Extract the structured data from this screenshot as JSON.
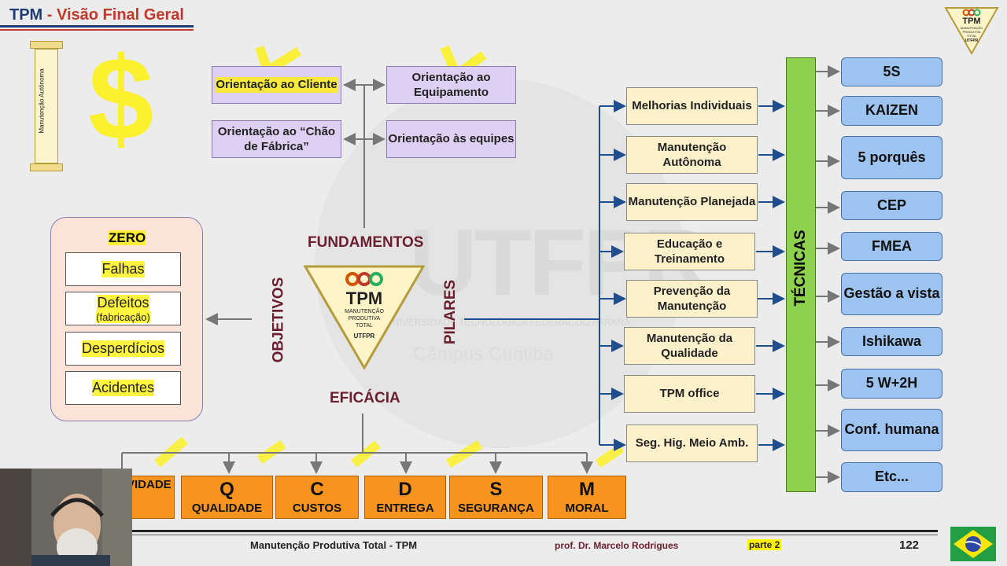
{
  "header": {
    "title_a": "TPM",
    "title_sep": " - ",
    "title_b": "Visão Final Geral"
  },
  "pillar_label": "Manutenção Autônoma",
  "watermark": {
    "text": "UTFPR",
    "campus": "Câmpus Curitiba",
    "sub": "UNIVERSIDADE TECNOLÓGICA FEDERAL DO PARANÁ"
  },
  "orientations": [
    {
      "label": "Orientação ao Cliente"
    },
    {
      "label": "Orientação ao Equipamento"
    },
    {
      "label": "Orientação ao “Chão de Fábrica”"
    },
    {
      "label": "Orientação às equipes"
    }
  ],
  "center": {
    "fundamentos": "FUNDAMENTOS",
    "objetivos": "OBJETIVOS",
    "pilares": "PILARES",
    "eficacia": "EFICÁCIA",
    "tpm_title": "TPM",
    "tpm_sub1": "MANUTENÇÃO",
    "tpm_sub2": "PRODUTIVA",
    "tpm_sub3": "TOTAL",
    "tpm_sub4": "UTFPR"
  },
  "zero": {
    "title": "ZERO",
    "items": [
      {
        "label": "Falhas",
        "note": ""
      },
      {
        "label": "Defeitos",
        "note": "(fabricação)"
      },
      {
        "label": "Desperdícios",
        "note": ""
      },
      {
        "label": "Acidentes",
        "note": ""
      }
    ]
  },
  "pilares": [
    {
      "label": "Melhorias Individuais"
    },
    {
      "label": "Manutenção Autônoma"
    },
    {
      "label": "Manutenção Planejada"
    },
    {
      "label": "Educação e Treinamento"
    },
    {
      "label": "Prevenção da Manutenção"
    },
    {
      "label": "Manutenção da Qualidade"
    },
    {
      "label": "TPM office"
    },
    {
      "label": "Seg. Hig. Meio Amb."
    }
  ],
  "tecnicas": {
    "label": "TÉCNICAS",
    "items": [
      {
        "label": "5S"
      },
      {
        "label": "KAIZEN"
      },
      {
        "label": "5 porquês"
      },
      {
        "label": "CEP"
      },
      {
        "label": "FMEA"
      },
      {
        "label": "Gestão a vista"
      },
      {
        "label": "Ishikawa"
      },
      {
        "label": "5 W+2H"
      },
      {
        "label": "Conf. humana"
      },
      {
        "label": "Etc..."
      }
    ]
  },
  "resultados": [
    {
      "letter": "",
      "word": "VIDADE"
    },
    {
      "letter": "Q",
      "word": "QUALIDADE"
    },
    {
      "letter": "C",
      "word": "CUSTOS"
    },
    {
      "letter": "D",
      "word": "ENTREGA"
    },
    {
      "letter": "S",
      "word": "SEGURANÇA"
    },
    {
      "letter": "M",
      "word": "MORAL"
    }
  ],
  "footer": {
    "course": "Manutenção Produtiva Total - TPM",
    "author": "prof. Dr. Marcelo Rodrigues",
    "part": "parte 2",
    "page": "122"
  },
  "logo": {
    "title": "TPM",
    "sub1": "MANUTENÇÃO",
    "sub2": "PRODUTIVA",
    "sub3": "TOTAL",
    "sub4": "UTFPR"
  },
  "colors": {
    "accent_red": "#6b1e2e",
    "tech_blue": "#9dc3f0",
    "pillar_cream": "#fdf1cc",
    "orange": "#f7941d",
    "green": "#8fd14f",
    "lilac": "#ddd0f2"
  }
}
